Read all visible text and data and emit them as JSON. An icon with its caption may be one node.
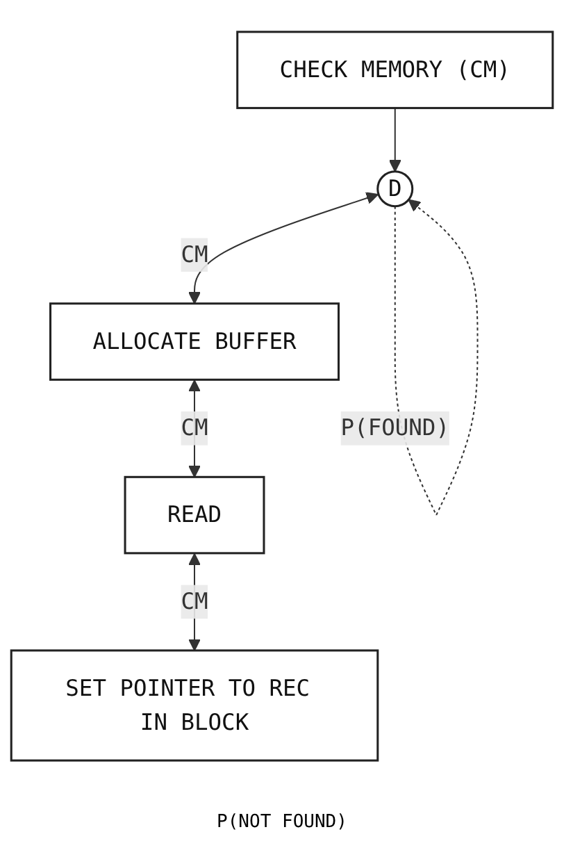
{
  "diagram": {
    "nodes": [
      {
        "text": [
          "CHECK MEMORY (CM)"
        ]
      },
      {
        "text": [
          "D"
        ]
      },
      {
        "text": [
          "ALLOCATE BUFFER"
        ]
      },
      {
        "text": [
          "READ"
        ]
      },
      {
        "text": [
          "SET POINTER TO REC IN BLOCK"
        ]
      }
    ],
    "edges": [
      {
        "from": 0,
        "to": 1,
        "arrow": "to"
      },
      {
        "from": 1,
        "to": 1,
        "arrow": "to",
        "style": "dashed",
        "label": "P(FOUND)"
      },
      {
        "from": 1,
        "to": 2,
        "arrow": "both",
        "label": "CM"
      },
      {
        "from": 2,
        "to": 3,
        "arrow": "both",
        "label": "CM"
      },
      {
        "from": 3,
        "to": 4,
        "arrow": "both",
        "label": "CM"
      }
    ],
    "labels": [
      "P(NOT FOUND)"
    ]
  }
}
